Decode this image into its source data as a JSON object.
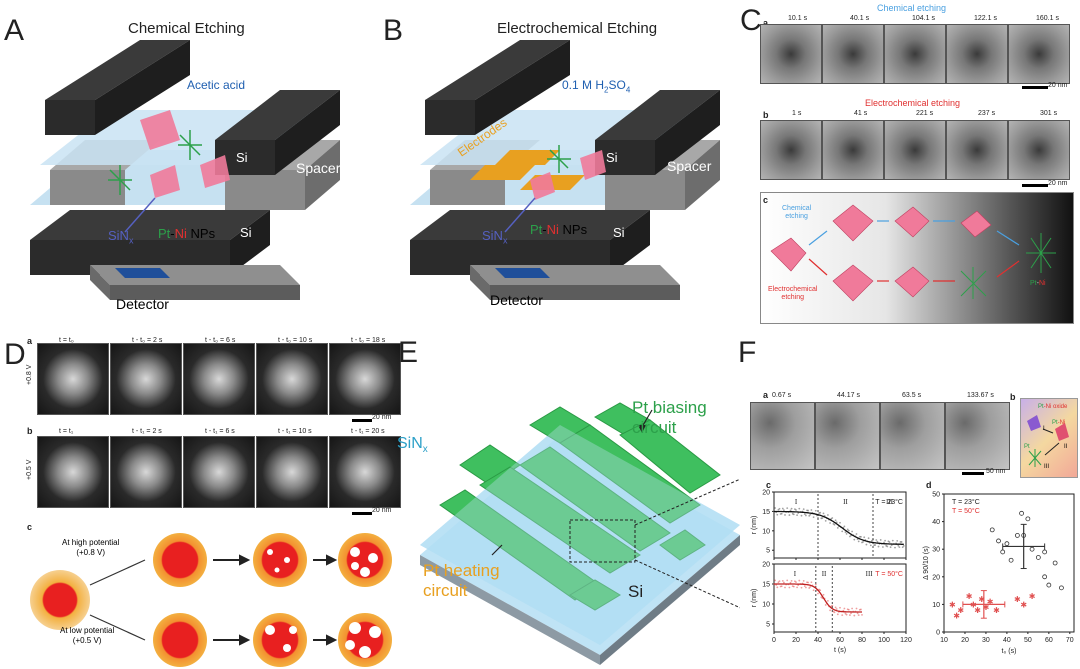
{
  "panels": {
    "A": {
      "letter": "A",
      "title": "Chemical Etching",
      "solution": "Acetic acid",
      "si_top": "Si",
      "si_bottom": "Si",
      "spacer": "Spacer",
      "sinx": "SiN",
      "sinx_sub": "x",
      "pt": "Pt",
      "dash": "-",
      "ni": "Ni",
      "nps": " NPs",
      "detector": "Detector"
    },
    "B": {
      "letter": "B",
      "title": "Electrochemical Etching",
      "solution_pre": "0.1 M H",
      "solution_sub1": "2",
      "solution_mid": "SO",
      "solution_sub2": "4",
      "electrodes": "Electrodes",
      "si_top": "Si",
      "si_bottom": "Si",
      "spacer": "Spacer",
      "sinx": "SiN",
      "sinx_sub": "x",
      "pt": "Pt",
      "dash": "-",
      "ni": "Ni",
      "nps": " NPs",
      "detector": "Detector"
    },
    "C": {
      "letter": "C",
      "row_a_label": "a",
      "row_a_title": "Chemical etching",
      "row_a_times": [
        "10.1 s",
        "40.1 s",
        "104.1 s",
        "122.1 s",
        "160.1 s"
      ],
      "row_a_scale": "20 nm",
      "row_b_label": "b",
      "row_b_title": "Electrochemical etching",
      "row_b_times": [
        "1 s",
        "41 s",
        "221 s",
        "237 s",
        "301 s"
      ],
      "row_b_scale": "20 nm",
      "row_c_label": "c",
      "chem_label_1": "Chemical",
      "chem_label_2": "etching",
      "echem_label_1": "Electrochemical",
      "echem_label_2": "etching",
      "pt": "Pt",
      "dash": "-",
      "ni": "Ni"
    },
    "D": {
      "letter": "D",
      "row_a_label": "a",
      "row_a_potential": "+0.8 V",
      "row_a_times": [
        "t = t₀",
        "t - t₀ = 2 s",
        "t - t₀ = 6 s",
        "t - t₀ = 10 s",
        "t - t₀ = 18 s"
      ],
      "row_a_scale": "20 nm",
      "row_b_label": "b",
      "row_b_potential": "+0.5 V",
      "row_b_times": [
        "t = t₁",
        "t - t₁ = 2 s",
        "t - t₁ = 6 s",
        "t - t₁ = 10 s",
        "t - t₁ = 20 s"
      ],
      "row_b_scale": "20 nm",
      "row_c_label": "c",
      "high_1": "At high potential",
      "high_2": "(+0.8 V)",
      "low_1": "At low potential",
      "low_2": "(+0.5 V)"
    },
    "E": {
      "letter": "E",
      "sinx": "SiN",
      "sinx_sub": "x",
      "pt_bias_1": "Pt biasing",
      "pt_bias_2": "circuit",
      "pt_heat_1": "Pt heating",
      "pt_heat_2": "circuit",
      "si": "Si"
    },
    "F": {
      "letter": "F",
      "row_a_label": "a",
      "row_a_times": [
        "0.67 s",
        "44.17 s",
        "63.5 s",
        "133.67 s"
      ],
      "row_a_scale": "50 nm",
      "b_label": "b",
      "b_oxide_1": "Pt",
      "b_oxide_2": "-Ni oxide",
      "b_ptni_1": "Pt",
      "b_ptni_2": "-Ni",
      "b_pt": "Pt",
      "b_roman": [
        "I",
        "II",
        "III"
      ],
      "c_label": "c",
      "d_label": "d"
    }
  },
  "chart_data": [
    {
      "id": "F-c-top",
      "type": "scatter",
      "annotation": "T = 23°C",
      "ylabel": "r (nm)",
      "x_ticks": [
        "0",
        "20",
        "40",
        "60",
        "80",
        "100",
        "120"
      ],
      "y_ticks": [
        "5",
        "10",
        "15",
        "20"
      ],
      "xlim": [
        0,
        120
      ],
      "ylim": [
        3,
        20
      ],
      "stages": [
        "I",
        "II",
        "III"
      ],
      "stage_boundaries": [
        40,
        90
      ],
      "series": [
        {
          "color": "#555555",
          "fit": "sigmoid",
          "r_start": 15,
          "r_end": 6.5,
          "x_mid": 62,
          "width": 10,
          "x_range": [
            0,
            118
          ]
        }
      ]
    },
    {
      "id": "F-c-bottom",
      "type": "scatter",
      "annotation": "T = 50°C",
      "xlabel": "t (s)",
      "ylabel": "r (nm)",
      "x_ticks": [
        "0",
        "20",
        "40",
        "60",
        "80",
        "100",
        "120"
      ],
      "y_ticks": [
        "5",
        "10",
        "15",
        "20"
      ],
      "xlim": [
        0,
        120
      ],
      "ylim": [
        3,
        20
      ],
      "stages": [
        "I",
        "II",
        "III"
      ],
      "stage_boundaries": [
        38,
        53
      ],
      "series": [
        {
          "color": "#e05050",
          "fit": "sigmoid",
          "r_start": 15,
          "r_end": 8,
          "x_mid": 45,
          "width": 4,
          "x_range": [
            0,
            80
          ]
        }
      ]
    },
    {
      "id": "F-d",
      "type": "scatter",
      "annotations": [
        "T = 23°C",
        "T = 50°C"
      ],
      "xlabel": "t₀ (s)",
      "ylabel": "Δ 90/10 (s)",
      "x_ticks": [
        "10",
        "20",
        "30",
        "40",
        "50",
        "60",
        "70"
      ],
      "y_ticks": [
        "0",
        "10",
        "20",
        "30",
        "40",
        "50"
      ],
      "xlim": [
        10,
        72
      ],
      "ylim": [
        0,
        50
      ],
      "series": [
        {
          "name": "T = 23°C",
          "color": "#333333",
          "marker": "open-circle",
          "points": [
            [
              33,
              37
            ],
            [
              36,
              33
            ],
            [
              38,
              29
            ],
            [
              40,
              32
            ],
            [
              42,
              26
            ],
            [
              45,
              35
            ],
            [
              47,
              43
            ],
            [
              50,
              41
            ],
            [
              52,
              30
            ],
            [
              55,
              27
            ],
            [
              58,
              29
            ],
            [
              60,
              17
            ],
            [
              63,
              25
            ],
            [
              66,
              16
            ],
            [
              58,
              20
            ],
            [
              48,
              35
            ]
          ],
          "mean": [
            48,
            31
          ],
          "err_x": 10,
          "err_y": 8
        },
        {
          "name": "T = 50°C",
          "color": "#e05050",
          "marker": "star",
          "points": [
            [
              14,
              10
            ],
            [
              16,
              6
            ],
            [
              18,
              8
            ],
            [
              22,
              13
            ],
            [
              24,
              10
            ],
            [
              26,
              8
            ],
            [
              28,
              12
            ],
            [
              30,
              9
            ],
            [
              32,
              11
            ],
            [
              35,
              8
            ],
            [
              45,
              12
            ],
            [
              48,
              10
            ],
            [
              52,
              13
            ]
          ],
          "mean": [
            29,
            10
          ],
          "err_x": 10,
          "err_y": 5
        }
      ]
    }
  ]
}
